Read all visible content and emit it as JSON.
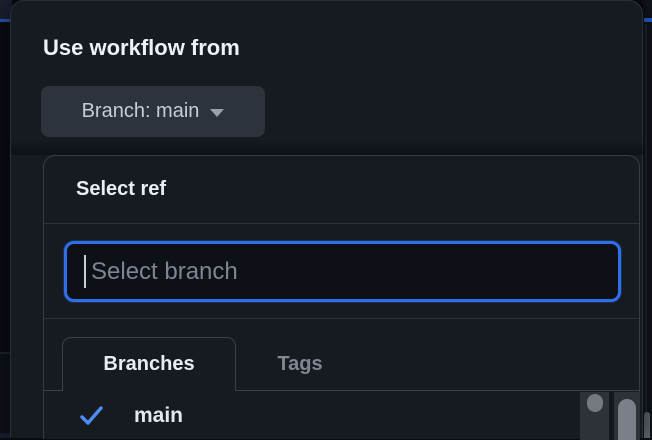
{
  "dialog": {
    "title": "Use workflow from",
    "branch_button": {
      "label": "Branch: main",
      "icon": "chevron-down-icon"
    }
  },
  "ref_selector": {
    "header": "Select ref",
    "search": {
      "value": "",
      "placeholder": "Select branch"
    },
    "tabs": [
      {
        "label": "Branches",
        "active": true
      },
      {
        "label": "Tags",
        "active": false
      }
    ],
    "branches": [
      {
        "label": "main",
        "selected": true,
        "icon": "check-icon"
      }
    ]
  },
  "colors": {
    "accent_blue": "#2f6feb",
    "check_blue": "#4d8df5",
    "overlay_bg": "#161b22",
    "input_bg": "#0d1117",
    "border": "#363d47"
  }
}
